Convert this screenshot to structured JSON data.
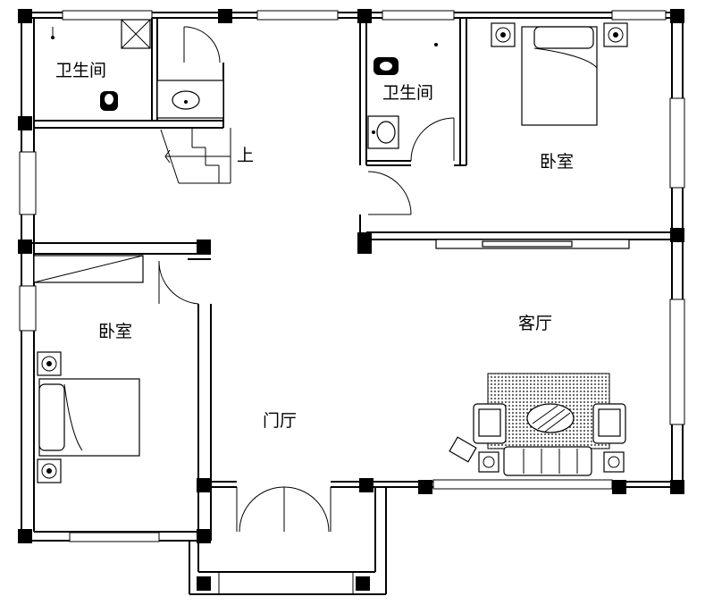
{
  "rooms": {
    "bathroom_left": "卫生间",
    "bathroom_right": "卫生间",
    "bedroom_top_right": "卧室",
    "bedroom_left": "卧室",
    "living_room": "客厅",
    "foyer": "门厅"
  },
  "stairs": {
    "direction_label": "上"
  }
}
